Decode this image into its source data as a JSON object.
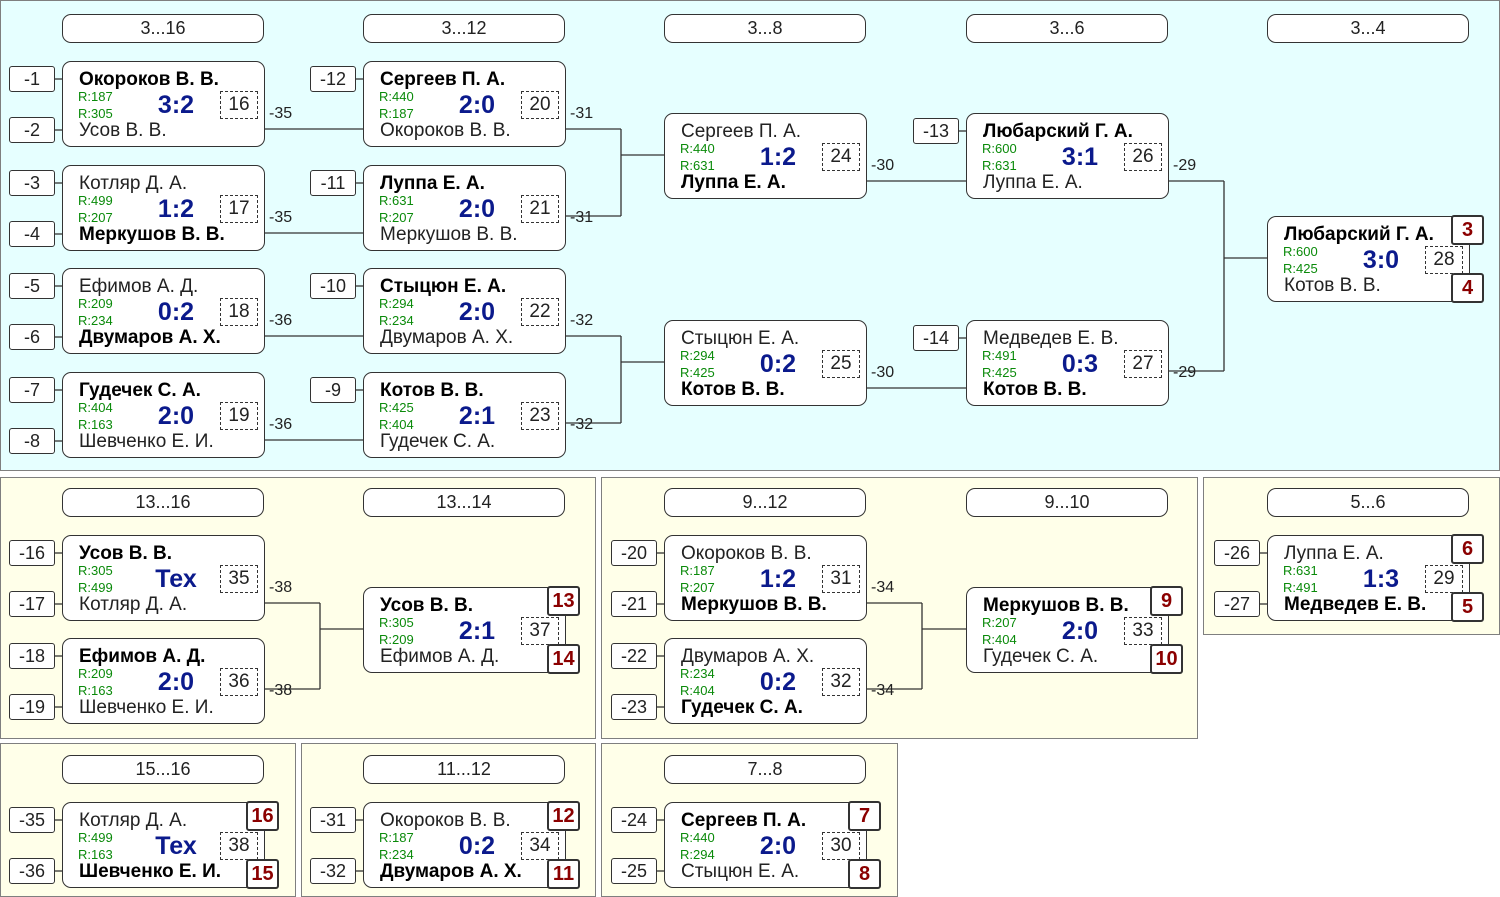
{
  "panels": [
    {
      "id": "main",
      "style": "main",
      "headers": [
        {
          "label": "3...16",
          "col": 0
        },
        {
          "label": "3...12",
          "col": 1
        },
        {
          "label": "3...8",
          "col": 2
        },
        {
          "label": "3...6",
          "col": 3
        },
        {
          "label": "3...4",
          "col": 4
        }
      ]
    },
    {
      "id": "p1316",
      "style": "sub",
      "headers": [
        {
          "label": "13...16",
          "col": 0
        },
        {
          "label": "13...14",
          "col": 1
        }
      ]
    },
    {
      "id": "p912",
      "style": "sub",
      "headers": [
        {
          "label": "9...12",
          "col": 2
        },
        {
          "label": "9...10",
          "col": 3
        }
      ]
    },
    {
      "id": "p56",
      "style": "sub",
      "headers": [
        {
          "label": "5...6",
          "col": 4
        }
      ]
    },
    {
      "id": "p1516",
      "style": "sub",
      "headers": [
        {
          "label": "15...16",
          "col": 0
        }
      ]
    },
    {
      "id": "p1112",
      "style": "sub",
      "headers": [
        {
          "label": "11...12",
          "col": 1
        }
      ]
    },
    {
      "id": "p78",
      "style": "sub",
      "headers": [
        {
          "label": "7...8",
          "col": 2
        }
      ]
    }
  ],
  "matches": [
    {
      "id": 16,
      "p1": "Окороков В. В.",
      "p2": "Усов В. В.",
      "r1": "R:187",
      "r2": "R:305",
      "score": "3:2",
      "winner": 1,
      "seeds": [
        "-1",
        "-2"
      ],
      "dst": "-35"
    },
    {
      "id": 17,
      "p1": "Котляр Д. А.",
      "p2": "Меркушов В. В.",
      "r1": "R:499",
      "r2": "R:207",
      "score": "1:2",
      "winner": 2,
      "seeds": [
        "-3",
        "-4"
      ],
      "dst": "-35"
    },
    {
      "id": 18,
      "p1": "Ефимов А. Д.",
      "p2": "Двумаров А. Х.",
      "r1": "R:209",
      "r2": "R:234",
      "score": "0:2",
      "winner": 2,
      "seeds": [
        "-5",
        "-6"
      ],
      "dst": "-36"
    },
    {
      "id": 19,
      "p1": "Гудечек С. А.",
      "p2": "Шевченко Е. И.",
      "r1": "R:404",
      "r2": "R:163",
      "score": "2:0",
      "winner": 1,
      "seeds": [
        "-7",
        "-8"
      ],
      "dst": "-36"
    },
    {
      "id": 20,
      "p1": "Сергеев П. А.",
      "p2": "Окороков В. В.",
      "r1": "R:440",
      "r2": "R:187",
      "score": "2:0",
      "winner": 1,
      "seeds": [
        "-12"
      ],
      "dst": "-31"
    },
    {
      "id": 21,
      "p1": "Луппа Е. А.",
      "p2": "Меркушов В. В.",
      "r1": "R:631",
      "r2": "R:207",
      "score": "2:0",
      "winner": 1,
      "seeds": [
        "-11"
      ],
      "dst": "-31"
    },
    {
      "id": 22,
      "p1": "Стыцюн Е. А.",
      "p2": "Двумаров А. Х.",
      "r1": "R:294",
      "r2": "R:234",
      "score": "2:0",
      "winner": 1,
      "seeds": [
        "-10"
      ],
      "dst": "-32"
    },
    {
      "id": 23,
      "p1": "Котов В. В.",
      "p2": "Гудечек С. А.",
      "r1": "R:425",
      "r2": "R:404",
      "score": "2:1",
      "winner": 1,
      "seeds": [
        "-9"
      ],
      "dst": "-32"
    },
    {
      "id": 24,
      "p1": "Сергеев П. А.",
      "p2": "Луппа Е. А.",
      "r1": "R:440",
      "r2": "R:631",
      "score": "1:2",
      "winner": 2,
      "seeds": [],
      "dst": "-30"
    },
    {
      "id": 25,
      "p1": "Стыцюн Е. А.",
      "p2": "Котов В. В.",
      "r1": "R:294",
      "r2": "R:425",
      "score": "0:2",
      "winner": 2,
      "seeds": [],
      "dst": "-30"
    },
    {
      "id": 26,
      "p1": "Любарский Г. А.",
      "p2": "Луппа Е. А.",
      "r1": "R:600",
      "r2": "R:631",
      "score": "3:1",
      "winner": 1,
      "seeds": [
        "-13"
      ],
      "dst": "-29"
    },
    {
      "id": 27,
      "p1": "Медведев Е. В.",
      "p2": "Котов В. В.",
      "r1": "R:491",
      "r2": "R:425",
      "score": "0:3",
      "winner": 2,
      "seeds": [
        "-14"
      ],
      "dst": "-29"
    },
    {
      "id": 28,
      "p1": "Любарский Г. А.",
      "p2": "Котов В. В.",
      "r1": "R:600",
      "r2": "R:425",
      "score": "3:0",
      "winner": 1,
      "seeds": [],
      "places": [
        "3",
        "4"
      ]
    },
    {
      "id": 35,
      "p1": "Усов В. В.",
      "p2": "Котляр Д. А.",
      "r1": "R:305",
      "r2": "R:499",
      "score": "Тех",
      "winner": 1,
      "seeds": [
        "-16",
        "-17"
      ],
      "dst": "-38"
    },
    {
      "id": 36,
      "p1": "Ефимов А. Д.",
      "p2": "Шевченко Е. И.",
      "r1": "R:209",
      "r2": "R:163",
      "score": "2:0",
      "winner": 1,
      "seeds": [
        "-18",
        "-19"
      ],
      "dst": "-38"
    },
    {
      "id": 37,
      "p1": "Усов В. В.",
      "p2": "Ефимов А. Д.",
      "r1": "R:305",
      "r2": "R:209",
      "score": "2:1",
      "winner": 1,
      "seeds": [],
      "places": [
        "13",
        "14"
      ]
    },
    {
      "id": 31,
      "p1": "Окороков В. В.",
      "p2": "Меркушов В. В.",
      "r1": "R:187",
      "r2": "R:207",
      "score": "1:2",
      "winner": 2,
      "seeds": [
        "-20",
        "-21"
      ],
      "dst": "-34"
    },
    {
      "id": 32,
      "p1": "Двумаров А. Х.",
      "p2": "Гудечек С. А.",
      "r1": "R:234",
      "r2": "R:404",
      "score": "0:2",
      "winner": 2,
      "seeds": [
        "-22",
        "-23"
      ],
      "dst": "-34"
    },
    {
      "id": 33,
      "p1": "Меркушов В. В.",
      "p2": "Гудечек С. А.",
      "r1": "R:207",
      "r2": "R:404",
      "score": "2:0",
      "winner": 1,
      "seeds": [],
      "places": [
        "9",
        "10"
      ]
    },
    {
      "id": 29,
      "p1": "Луппа Е. А.",
      "p2": "Медведев Е. В.",
      "r1": "R:631",
      "r2": "R:491",
      "score": "1:3",
      "winner": 2,
      "seeds": [
        "-26",
        "-27"
      ],
      "places": [
        "6",
        "5"
      ]
    },
    {
      "id": 38,
      "p1": "Котляр Д. А.",
      "p2": "Шевченко Е. И.",
      "r1": "R:499",
      "r2": "R:163",
      "score": "Тех",
      "winner": 2,
      "seeds": [
        "-35",
        "-36"
      ],
      "places": [
        "16",
        "15"
      ]
    },
    {
      "id": 34,
      "p1": "Окороков В. В.",
      "p2": "Двумаров А. Х.",
      "r1": "R:187",
      "r2": "R:234",
      "score": "0:2",
      "winner": 2,
      "seeds": [
        "-31",
        "-32"
      ],
      "places": [
        "12",
        "11"
      ]
    },
    {
      "id": 30,
      "p1": "Сергеев П. А.",
      "p2": "Стыцюн Е. А.",
      "r1": "R:440",
      "r2": "R:294",
      "score": "2:0",
      "winner": 1,
      "seeds": [
        "-24",
        "-25"
      ],
      "places": [
        "7",
        "8"
      ]
    }
  ]
}
